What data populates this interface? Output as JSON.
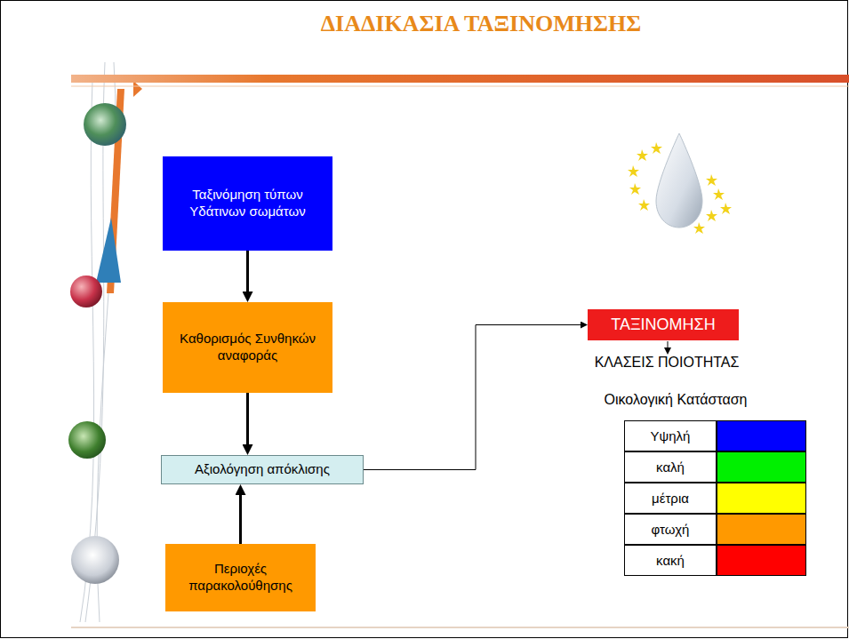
{
  "diagram": {
    "title": "ΔΙΑΔΙΚΑΣΙΑ ΤΑΞΙΝΟΜΗΣΗΣ",
    "nodes": [
      {
        "text": [
          "Ταξινόμηση τύπων Υδάτινων σωμάτων"
        ]
      },
      {
        "text": [
          "Καθορισμός Συνθηκών αναφοράς"
        ]
      },
      {
        "text": [
          "Αξιολόγηση απόκλισης"
        ]
      },
      {
        "text": [
          "Περιοχές παρακολούθησης"
        ]
      },
      {
        "text": [
          "ΤΑΞΙΝΟΜΗΣΗ"
        ]
      }
    ],
    "edges": [
      {
        "from": 0,
        "to": 1,
        "arrow": "to"
      },
      {
        "from": 1,
        "to": 2,
        "arrow": "to"
      },
      {
        "from": 3,
        "to": 2,
        "arrow": "to"
      },
      {
        "from": 2,
        "to": 4,
        "arrow": "to"
      }
    ],
    "labels": [
      "ΚΛΑΣΕΙΣ ΠΟΙΟΤΗΤΑΣ",
      "Οικολογική Κατάσταση"
    ],
    "legend": [
      {
        "text": "Υψηλή",
        "color": "#0000ff"
      },
      {
        "text": "καλή",
        "color": "#00f000"
      },
      {
        "text": "μέτρια",
        "color": "#ffff00"
      },
      {
        "text": "φτωχή",
        "color": "#ff9900"
      },
      {
        "text": "κακή",
        "color": "#ff0000"
      }
    ]
  }
}
